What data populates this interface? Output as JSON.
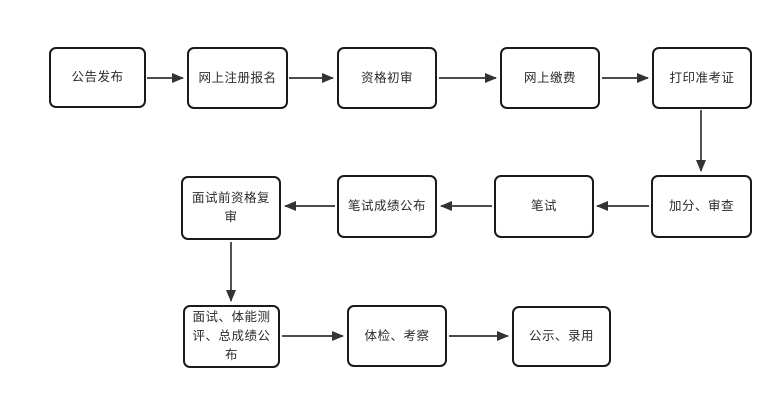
{
  "diagram": {
    "type": "flowchart",
    "title": "",
    "background_color": "#ffffff",
    "node_fill_color": "#ffffff",
    "node_border_color": "#1a1a1a",
    "text_color": "#2b2b2b",
    "arrow_color": "#333333",
    "nodes": [
      {
        "id": "announcement-release",
        "label": "公告发布"
      },
      {
        "id": "online-registration",
        "label": "网上注册报名"
      },
      {
        "id": "initial-qualification-review",
        "label": "资格初审"
      },
      {
        "id": "online-payment",
        "label": "网上缴费"
      },
      {
        "id": "print-admission-ticket",
        "label": "打印准考证"
      },
      {
        "id": "bonus-points-review",
        "label": "加分、审查"
      },
      {
        "id": "written-exam",
        "label": "笔试"
      },
      {
        "id": "written-exam-results",
        "label": "笔试成绩公布"
      },
      {
        "id": "pre-interview-qualification-recheck",
        "label": "面试前资格复审"
      },
      {
        "id": "interview-fitness-final-results",
        "label": "面试、体能测评、总成绩公布"
      },
      {
        "id": "medical-check-inspection",
        "label": "体检、考察"
      },
      {
        "id": "publicity-employment",
        "label": "公示、录用"
      }
    ],
    "edges": [
      {
        "from": "announcement-release",
        "to": "online-registration"
      },
      {
        "from": "online-registration",
        "to": "initial-qualification-review"
      },
      {
        "from": "initial-qualification-review",
        "to": "online-payment"
      },
      {
        "from": "online-payment",
        "to": "print-admission-ticket"
      },
      {
        "from": "print-admission-ticket",
        "to": "bonus-points-review"
      },
      {
        "from": "bonus-points-review",
        "to": "written-exam"
      },
      {
        "from": "written-exam",
        "to": "written-exam-results"
      },
      {
        "from": "written-exam-results",
        "to": "pre-interview-qualification-recheck"
      },
      {
        "from": "pre-interview-qualification-recheck",
        "to": "interview-fitness-final-results"
      },
      {
        "from": "interview-fitness-final-results",
        "to": "medical-check-inspection"
      },
      {
        "from": "medical-check-inspection",
        "to": "publicity-employment"
      }
    ]
  }
}
